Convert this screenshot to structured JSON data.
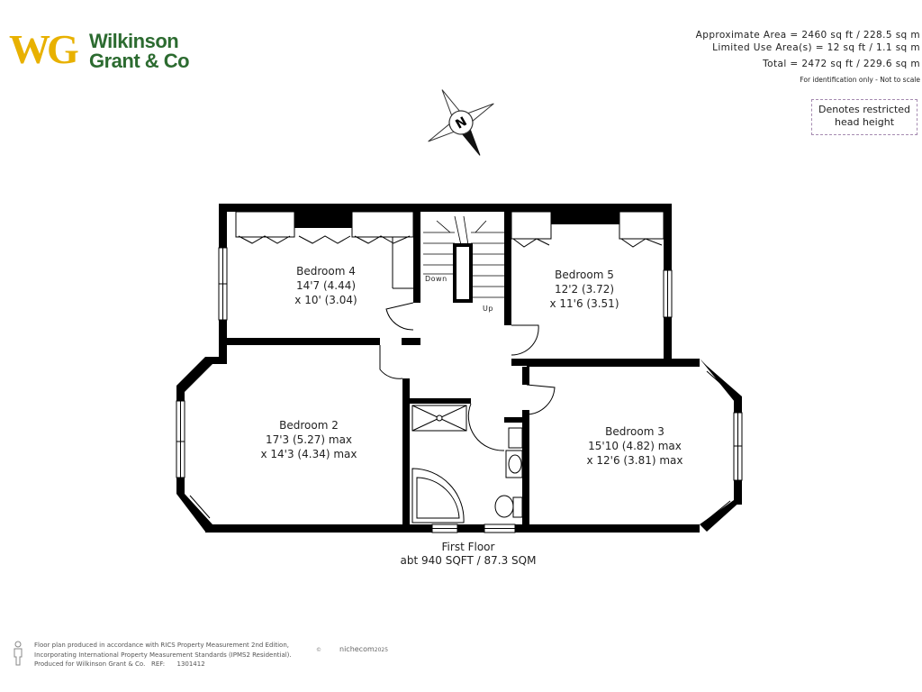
{
  "logo": {
    "mark": "WG",
    "name_line1": "Wilkinson",
    "name_line2": "Grant & Co"
  },
  "areas": {
    "approximate": "Approximate Area = 2460 sq ft / 228.5 sq m",
    "limited": "Limited Use Area(s) = 12 sq ft / 1.1 sq m",
    "total": "Total = 2472 sq ft / 229.6 sq m",
    "note": "For identification only - Not to scale"
  },
  "legend": {
    "restricted_line1": "Denotes restricted",
    "restricted_line2": "head height"
  },
  "compass": {
    "label": "N",
    "icon": "compass-icon"
  },
  "rooms": {
    "bedroom4": {
      "name": "Bedroom 4",
      "dim1": "14'7 (4.44)",
      "dim2": "x 10' (3.04)"
    },
    "bedroom5": {
      "name": "Bedroom 5",
      "dim1": "12'2 (3.72)",
      "dim2": "x 11'6 (3.51)"
    },
    "bedroom2": {
      "name": "Bedroom 2",
      "dim1": "17'3 (5.27) max",
      "dim2": "x 14'3 (4.34) max"
    },
    "bedroom3": {
      "name": "Bedroom 3",
      "dim1": "15'10 (4.82) max",
      "dim2": "x 12'6 (3.81) max"
    }
  },
  "stairs": {
    "down": "Down",
    "up": "Up"
  },
  "floor": {
    "name": "First Floor",
    "area": "abt 940 SQFT / 87.3 SQM"
  },
  "footer": {
    "line1": "Floor plan produced in accordance with RICS Property Measurement 2nd Edition,",
    "line2": "Incorporating International Property Measurement Standards (IPMS2 Residential).",
    "line3": "Produced for Wilkinson Grant & Co.",
    "ref_label": "REF:",
    "ref_value": "1301412",
    "copyright": "©",
    "brand": "nichecom",
    "year": "2025"
  },
  "colors": {
    "logo_gold": "#e8b100",
    "logo_green": "#2c6b30",
    "wall": "#000000",
    "restricted_border": "#a58ab0"
  }
}
